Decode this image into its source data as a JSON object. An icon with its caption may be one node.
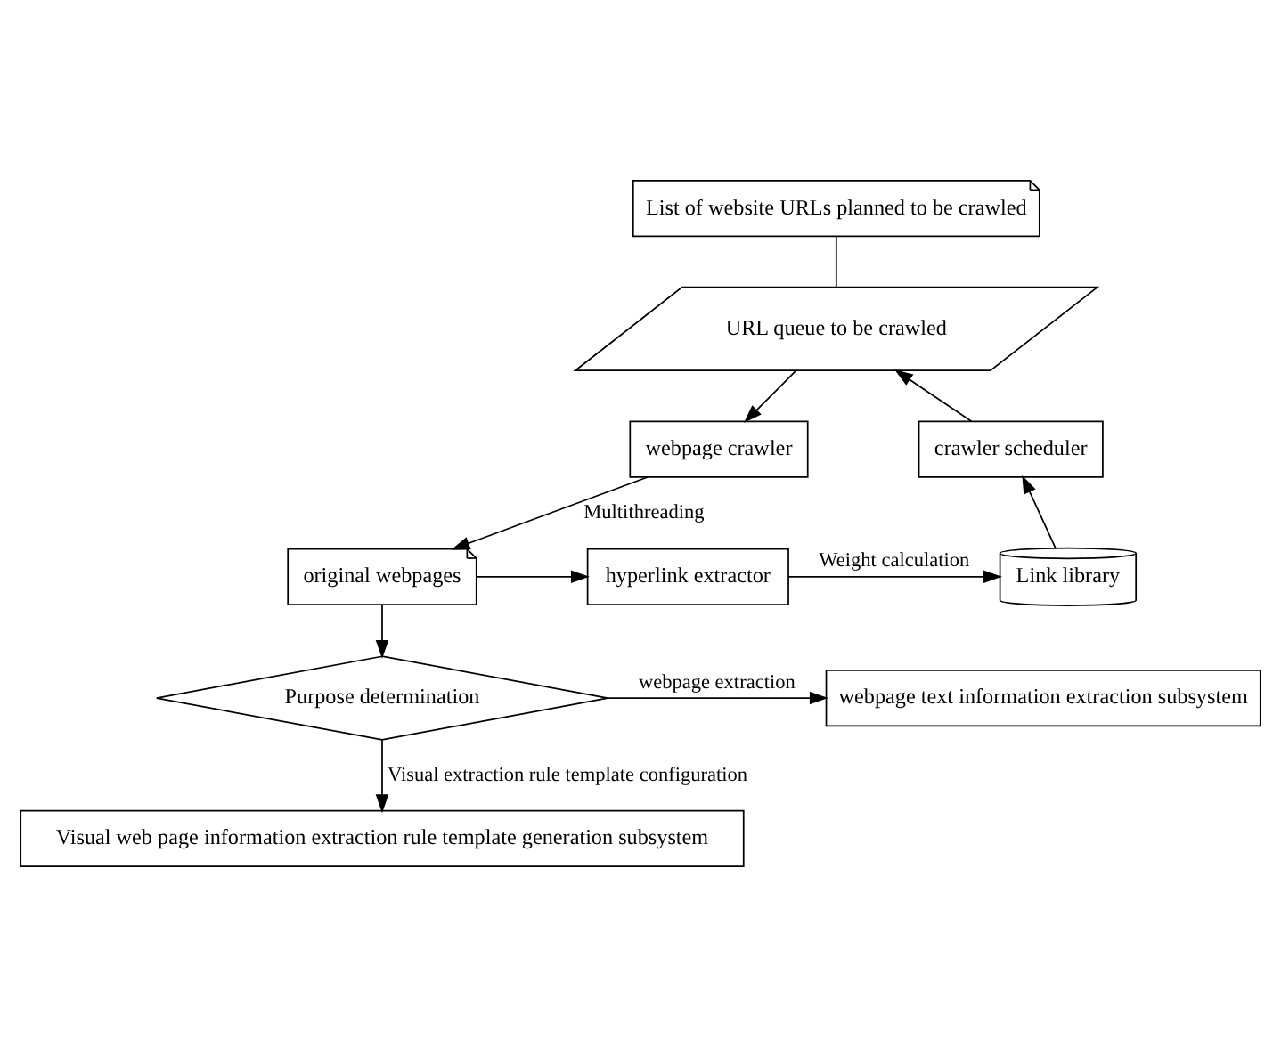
{
  "diagram": {
    "nodes": [
      {
        "text": [
          "List of website URLs planned to be crawled"
        ]
      },
      {
        "text": [
          "URL queue to be crawled"
        ]
      },
      {
        "text": [
          "webpage crawler"
        ]
      },
      {
        "text": [
          "crawler scheduler"
        ]
      },
      {
        "text": [
          "original webpages"
        ]
      },
      {
        "text": [
          "hyperlink extractor"
        ]
      },
      {
        "text": [
          "Link library"
        ]
      },
      {
        "text": [
          "Purpose determination"
        ]
      },
      {
        "text": [
          "webpage text information extraction subsystem"
        ]
      },
      {
        "text": [
          "Visual web page information extraction rule template generation subsystem"
        ]
      }
    ],
    "edges": [
      {
        "from": 0,
        "to": 1,
        "arrow": "none"
      },
      {
        "from": 1,
        "to": 2,
        "arrow": "to"
      },
      {
        "from": 2,
        "to": 4,
        "arrow": "to",
        "label": "Multithreading"
      },
      {
        "from": 4,
        "to": 5,
        "arrow": "to"
      },
      {
        "from": 5,
        "to": 6,
        "arrow": "to",
        "label": "Weight calculation"
      },
      {
        "from": 6,
        "to": 3,
        "arrow": "to"
      },
      {
        "from": 3,
        "to": 1,
        "arrow": "to"
      },
      {
        "from": 4,
        "to": 7,
        "arrow": "to"
      },
      {
        "from": 7,
        "to": 8,
        "arrow": "to",
        "label": "webpage extraction"
      },
      {
        "from": 7,
        "to": 9,
        "arrow": "to",
        "label": "Visual extraction rule template configuration"
      }
    ]
  }
}
